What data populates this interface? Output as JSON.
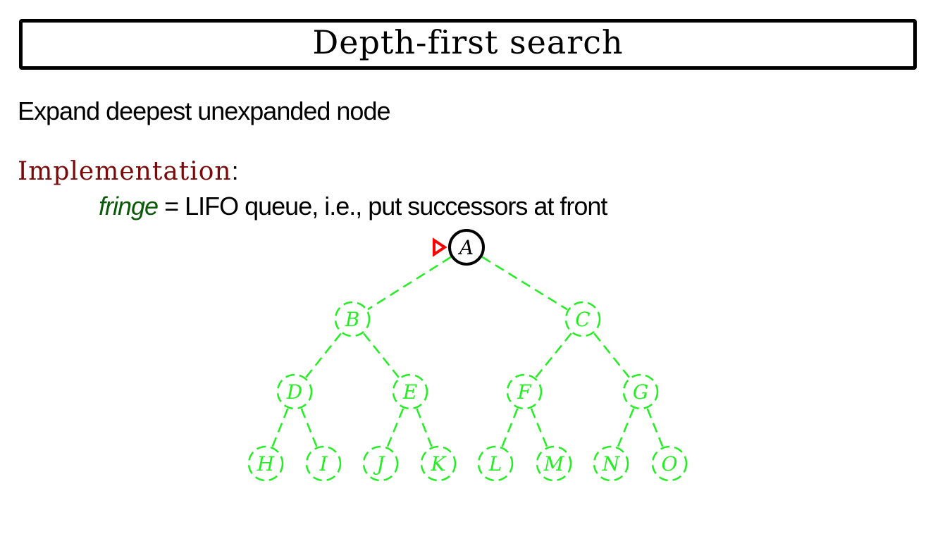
{
  "title": "Depth-first search",
  "description": "Expand deepest unexpanded node",
  "implementation": {
    "label": "Implementation",
    "colon": ":",
    "fringe_word": "fringe",
    "fringe_rest": " = LIFO queue, i.e., put successors at front"
  },
  "tree": {
    "colors": {
      "expanded": "#000000",
      "unexplored": "#22ee22",
      "marker": "#ff0000"
    },
    "nodes": [
      {
        "id": "A",
        "label": "A",
        "state": "current"
      },
      {
        "id": "B",
        "label": "B",
        "state": "unexplored"
      },
      {
        "id": "C",
        "label": "C",
        "state": "unexplored"
      },
      {
        "id": "D",
        "label": "D",
        "state": "unexplored"
      },
      {
        "id": "E",
        "label": "E",
        "state": "unexplored"
      },
      {
        "id": "F",
        "label": "F",
        "state": "unexplored"
      },
      {
        "id": "G",
        "label": "G",
        "state": "unexplored"
      },
      {
        "id": "H",
        "label": "H",
        "state": "unexplored"
      },
      {
        "id": "I",
        "label": "I",
        "state": "unexplored"
      },
      {
        "id": "J",
        "label": "J",
        "state": "unexplored"
      },
      {
        "id": "K",
        "label": "K",
        "state": "unexplored"
      },
      {
        "id": "L",
        "label": "L",
        "state": "unexplored"
      },
      {
        "id": "M",
        "label": "M",
        "state": "unexplored"
      },
      {
        "id": "N",
        "label": "N",
        "state": "unexplored"
      },
      {
        "id": "O",
        "label": "O",
        "state": "unexplored"
      }
    ],
    "edges": [
      [
        "A",
        "B"
      ],
      [
        "A",
        "C"
      ],
      [
        "B",
        "D"
      ],
      [
        "B",
        "E"
      ],
      [
        "C",
        "F"
      ],
      [
        "C",
        "G"
      ],
      [
        "D",
        "H"
      ],
      [
        "D",
        "I"
      ],
      [
        "E",
        "J"
      ],
      [
        "E",
        "K"
      ],
      [
        "F",
        "L"
      ],
      [
        "F",
        "M"
      ],
      [
        "G",
        "N"
      ],
      [
        "G",
        "O"
      ]
    ],
    "marker_on": "A"
  }
}
